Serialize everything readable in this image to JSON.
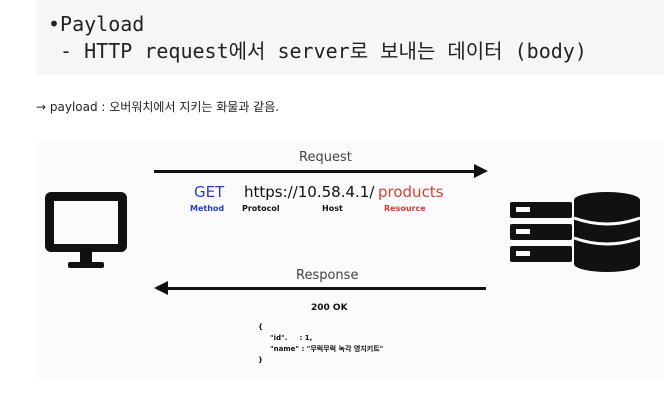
{
  "slide": {
    "bullet_title": "•Payload",
    "bullet_sub": " - HTTP request에서 server로 보내는 데이터 (body)",
    "note": "→ payload : 오버워치에서 지키는 화물과 같음."
  },
  "diagram": {
    "request_label": "Request",
    "response_label": "Response",
    "url": {
      "method": "GET",
      "protocol_host": "https://10.58.4.1/",
      "resource": "products"
    },
    "parts": {
      "method": "Method",
      "protocol": "Protocol",
      "host": "Host",
      "resource": "Resource"
    },
    "status": "200 OK",
    "json": {
      "open": "{",
      "line1": "\"id\".     : 1,",
      "line2": "\"name\" : \"무럭무럭 녹각 영지키트\"",
      "close": "}"
    },
    "icons": [
      "monitor-icon",
      "database-icon"
    ],
    "colors": {
      "method": "#2b3cc4",
      "resource": "#d44033"
    }
  }
}
